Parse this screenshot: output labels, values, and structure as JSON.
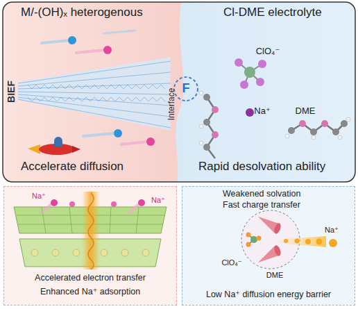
{
  "diagram": {
    "nodes": [
      {
        "text": [
          "M/-(OH)ₓ heterogenous",
          "Accelerate diffusion"
        ]
      },
      {
        "text": [
          "Cl-DME electrolyte",
          "Rapid desolvation ability"
        ]
      },
      {
        "text": [
          "Accelerated electron transfer",
          "Enhanced Na⁺ adsorption"
        ]
      },
      {
        "text": [
          "Weakened solvation",
          "Fast charge transfer",
          "Low Na⁺ diffusion energy barrier"
        ]
      }
    ],
    "labels": [
      "BIEF",
      "Interface",
      "F",
      "ClO₄⁻",
      "Na⁺",
      "DME",
      "Na⁺",
      "Na⁺",
      "Na⁺",
      "ClO₄⁻",
      "DME"
    ]
  }
}
